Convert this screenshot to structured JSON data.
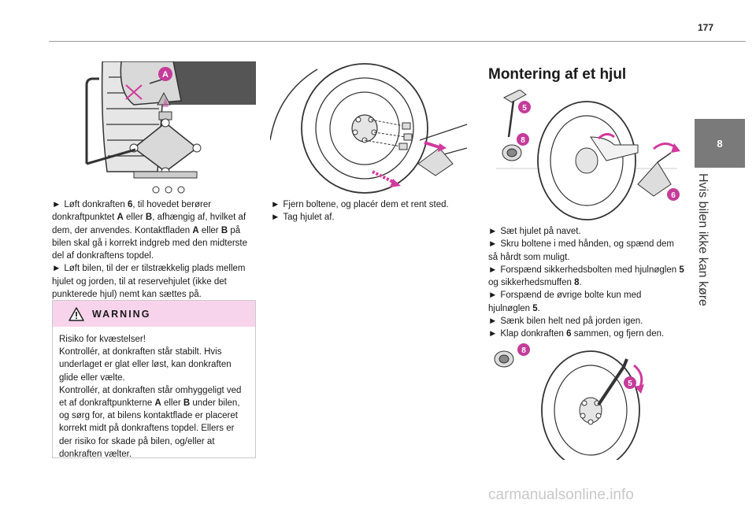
{
  "page_number": "177",
  "chapter": {
    "tab_number": "8",
    "title": "Hvis bilen ikke kan køre"
  },
  "col1": {
    "step1": {
      "a1": "Løft donkraften ",
      "b1": "6",
      "a2": ", til hovedet berører donkraftpunktet ",
      "b2": "A",
      "a3": " eller ",
      "b3": "B",
      "a4": ", afhængig af, hvilket af dem, der anvendes. Kontaktfladen ",
      "b4": "A",
      "a5": " eller ",
      "b5": "B",
      "a6": " på bilen skal gå i korrekt indgreb med den midterste del af donkraftens topdel."
    },
    "step2": "Løft bilen, til der er tilstrækkelig plads mellem hjulet og jorden, til at reservehjulet (ikke det punkterede hjul) nemt kan sættes på."
  },
  "warning": {
    "title": "WARNING",
    "line1": "Risiko for kvæstelser!",
    "line2": "Kontrollér, at donkraften står stabilt. Hvis underlaget er glat eller løst, kan donkraften glide eller vælte.",
    "l3a": "Kontrollér, at donkraften står omhyggeligt ved et af donkraftpunkterne ",
    "l3b": "A",
    "l3c": " eller ",
    "l3d": "B",
    "l3e": " under bilen, og sørg for, at bilens kontaktflade er placeret korrekt midt på donkraftens topdel. Ellers er der risiko for skade på bilen, og/eller at donkraften vælter."
  },
  "col2": {
    "step1": "Fjern boltene, og placér dem et rent sted.",
    "step2": "Tag hjulet af."
  },
  "col3": {
    "heading": "Montering af et hjul",
    "s1": "Sæt hjulet på navet.",
    "s2": "Skru boltene i med hånden, og spænd dem så hårdt som muligt.",
    "s3a": "Forspænd sikkerhedsbolten med hjulnøglen ",
    "s3b": "5",
    "s3c": " og sikkerhedsmuffen ",
    "s3d": "8",
    "s3e": ".",
    "s4a": "Forspænd de øvrige bolte kun med hjulnøglen ",
    "s4b": "5",
    "s4c": ".",
    "s5": "Sænk bilen helt ned på jorden igen.",
    "s6a": "Klap donkraften ",
    "s6b": "6",
    "s6c": " sammen, og fjern den."
  },
  "figure_labels": {
    "A": "A",
    "five": "5",
    "six": "6",
    "eight": "8"
  },
  "watermark": "carmanualsonline.info",
  "colors": {
    "callout": "#c43c9a",
    "warning_bg": "#f8d4ec",
    "tab": "#7a7a7a"
  }
}
